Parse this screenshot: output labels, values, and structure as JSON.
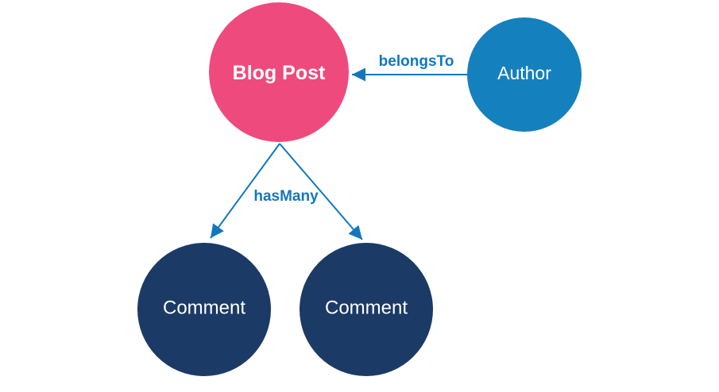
{
  "diagram": {
    "type": "entity-relationship",
    "background": "#FFFFFF",
    "nodes": [
      {
        "id": "blog-post",
        "label": "Blog Post",
        "shape": "circle",
        "color": "#EF4A7D",
        "text_color": "#FFFFFF",
        "bold": true
      },
      {
        "id": "author",
        "label": "Author",
        "shape": "circle",
        "color": "#1480BE",
        "text_color": "#FFFFFF",
        "bold": false
      },
      {
        "id": "comment-1",
        "label": "Comment",
        "shape": "circle",
        "color": "#1B3A66",
        "text_color": "#FFFFFF",
        "bold": false
      },
      {
        "id": "comment-2",
        "label": "Comment",
        "shape": "circle",
        "color": "#1B3A66",
        "text_color": "#FFFFFF",
        "bold": false
      }
    ],
    "edges": [
      {
        "label": "belongsTo",
        "from": "author",
        "to": "blog-post",
        "color": "#1277BD"
      },
      {
        "label": "hasMany",
        "from": "blog-post",
        "to": [
          "comment-1",
          "comment-2"
        ],
        "color": "#1277BD"
      }
    ]
  }
}
